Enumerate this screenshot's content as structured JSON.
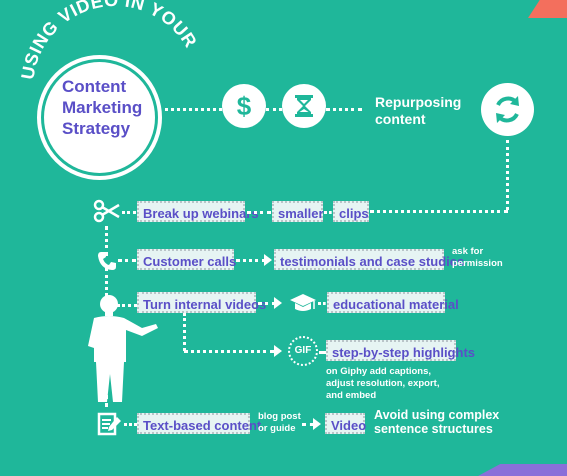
{
  "title": {
    "arc": "USING VIDEO IN YOUR",
    "line1": "Content",
    "line2": "Marketing",
    "line3": "Strategy"
  },
  "header": {
    "repurposing": "Repurposing content",
    "dollar_icon": "dollar-icon",
    "hourglass_icon": "hourglass-icon",
    "refresh_icon": "refresh-icon"
  },
  "rows": {
    "webinars": {
      "label": "Break up webinars",
      "step1": "smaller",
      "step2": "clips",
      "icon": "scissors-icon"
    },
    "calls": {
      "label": "Customer calls",
      "target": "testimonials and case studies",
      "note": "ask for permission",
      "icon": "phone-icon"
    },
    "internal": {
      "label": "Turn internal videos",
      "target1": "educational material",
      "target2": "step-by-step highlights",
      "gif": "GIF",
      "note": "on Giphy add captions, adjust resolution, export, and embed",
      "icon1": "graduation-cap-icon",
      "icon2": "gif-icon"
    },
    "text": {
      "label": "Text-based content",
      "note": "blog post or guide",
      "target": "Video",
      "tip": "Avoid using complex sentence structures",
      "icon": "document-pencil-icon"
    }
  },
  "colors": {
    "background": "#1fb79a",
    "box_fill": "#e6f4f3",
    "box_text": "#5a4fc7",
    "accent_orange": "#f36f5d",
    "accent_purple": "#8a6fd9"
  }
}
